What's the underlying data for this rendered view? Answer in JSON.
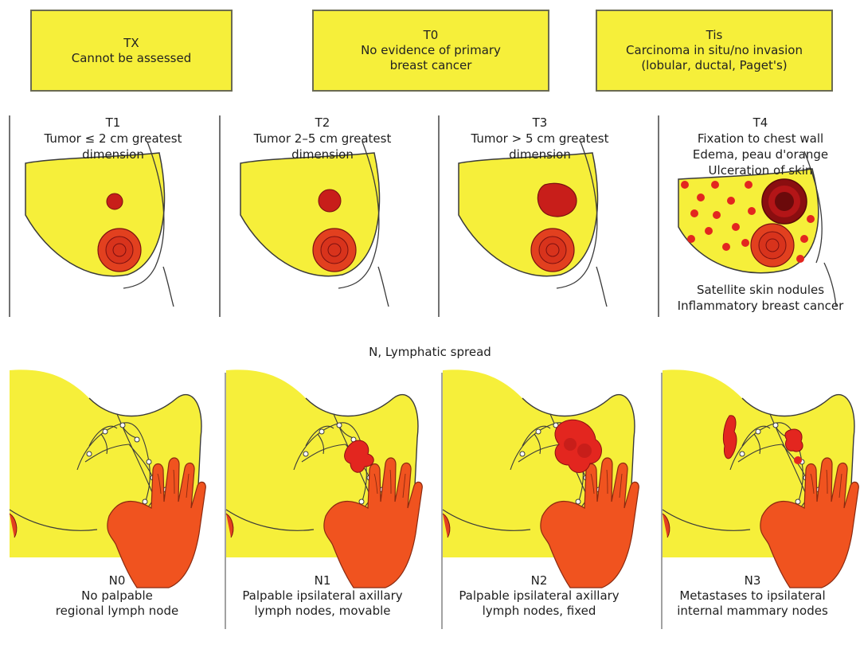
{
  "t_boxes": [
    {
      "code": "TX",
      "line1": "Cannot be assessed",
      "line2": ""
    },
    {
      "code": "T0",
      "line1": "No evidence of primary",
      "line2": "breast cancer"
    },
    {
      "code": "Tis",
      "line1": "Carcinoma in situ/no invasion",
      "line2": "(lobular, ductal, Paget's)"
    }
  ],
  "t_stages": [
    {
      "code": "T1",
      "line1": "Tumor ≤ 2 cm greatest",
      "line2": "dimension",
      "line3": ""
    },
    {
      "code": "T2",
      "line1": "Tumor 2–5 cm greatest",
      "line2": "dimension",
      "line3": ""
    },
    {
      "code": "T3",
      "line1": "Tumor > 5 cm greatest",
      "line2": "dimension",
      "line3": ""
    },
    {
      "code": "T4",
      "line1": "Fixation to chest wall",
      "line2": "Edema, peau d'orange",
      "line3": "Ulceration of skin"
    }
  ],
  "t4_bottom": {
    "line1": "Satellite skin nodules",
    "line2": "Inflammatory breast cancer"
  },
  "n_section_title": "N, Lymphatic spread",
  "n_stages": [
    {
      "code": "N0",
      "line1": "No palpable",
      "line2": "regional lymph node"
    },
    {
      "code": "N1",
      "line1": "Palpable ipsilateral axillary",
      "line2": "lymph nodes, movable"
    },
    {
      "code": "N2",
      "line1": "Palpable ipsilateral axillary",
      "line2": "lymph nodes, fixed"
    },
    {
      "code": "N3",
      "line1": "Metastases to ipsilateral",
      "line2": "internal mammary nodes"
    }
  ],
  "colors": {
    "skin_yellow": "#f6ef3a",
    "tumor_red": "#d4291e",
    "hand_orange": "#f0531f",
    "outline": "#3a3a3a"
  }
}
